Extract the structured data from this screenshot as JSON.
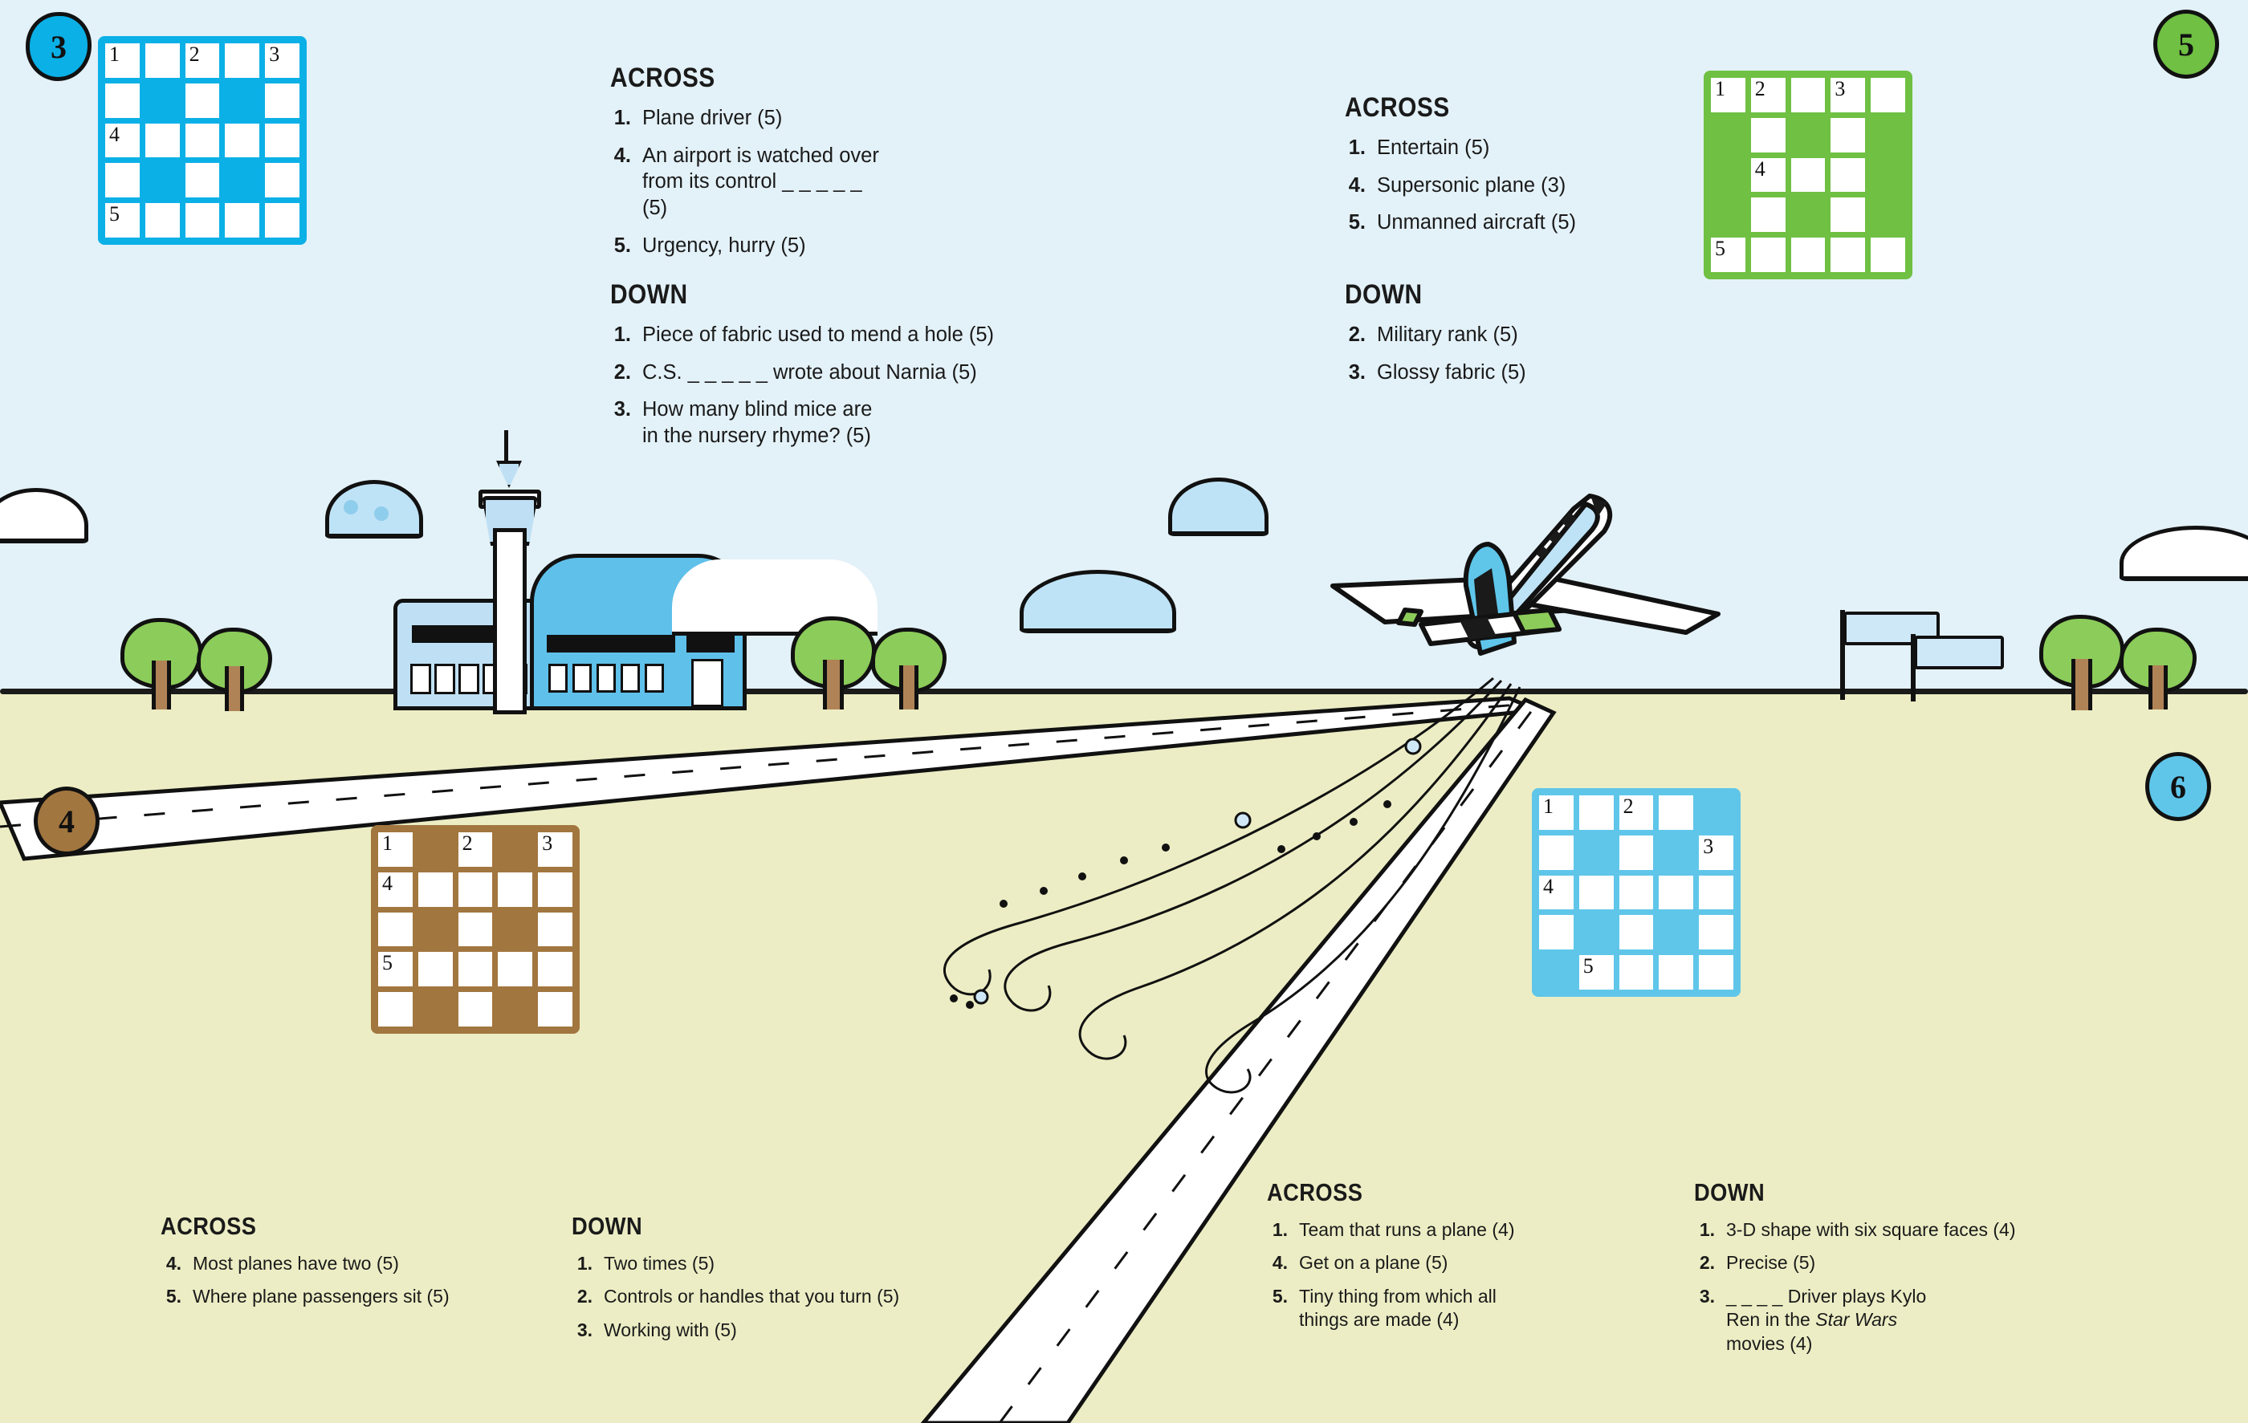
{
  "page": {
    "background_sky": "#e3f1f8",
    "background_ground": "#ecedc4",
    "scene": "airport runway with control tower, terminal, trees and a plane taking off"
  },
  "puzzles": [
    {
      "id": "puzzle-3",
      "badge": "3",
      "color": "#0bb0e6",
      "grid": {
        "rows": 5,
        "cols": 5,
        "blocks": [
          [
            2,
            2
          ],
          [
            2,
            4
          ],
          [
            4,
            2
          ],
          [
            4,
            4
          ]
        ],
        "numbers": {
          "1-1": "1",
          "1-3": "2",
          "1-5": "3",
          "3-1": "4",
          "5-1": "5"
        }
      },
      "across_label": "ACROSS",
      "down_label": "DOWN",
      "across": [
        {
          "n": "1.",
          "t": "Plane driver (5)"
        },
        {
          "n": "4.",
          "t": "An airport is watched over from its control _ _ _ _ _ (5)"
        },
        {
          "n": "5.",
          "t": "Urgency, hurry (5)"
        }
      ],
      "down": [
        {
          "n": "1.",
          "t": "Piece of fabric used to mend a hole (5)"
        },
        {
          "n": "2.",
          "t": "C.S. _ _ _ _ _ wrote about Narnia (5)"
        },
        {
          "n": "3.",
          "t": "How many blind mice are in the nursery rhyme? (5)"
        }
      ]
    },
    {
      "id": "puzzle-5",
      "badge": "5",
      "color": "#6fc043",
      "grid": {
        "rows": 5,
        "cols": 5,
        "blocks": [
          [
            2,
            1
          ],
          [
            2,
            3
          ],
          [
            2,
            5
          ],
          [
            3,
            1
          ],
          [
            3,
            5
          ],
          [
            4,
            1
          ],
          [
            4,
            3
          ],
          [
            4,
            5
          ]
        ],
        "numbers": {
          "1-1": "1",
          "1-2": "2",
          "1-4": "3",
          "3-2": "4",
          "5-1": "5"
        }
      },
      "across_label": "ACROSS",
      "down_label": "DOWN",
      "across": [
        {
          "n": "1.",
          "t": "Entertain (5)"
        },
        {
          "n": "4.",
          "t": "Supersonic plane (3)"
        },
        {
          "n": "5.",
          "t": "Unmanned aircraft (5)"
        }
      ],
      "down": [
        {
          "n": "2.",
          "t": "Military rank (5)"
        },
        {
          "n": "3.",
          "t": "Glossy fabric (5)"
        }
      ]
    },
    {
      "id": "puzzle-4",
      "badge": "4",
      "color": "#a2763f",
      "grid": {
        "rows": 5,
        "cols": 5,
        "blocks": [
          [
            1,
            2
          ],
          [
            1,
            4
          ],
          [
            3,
            2
          ],
          [
            3,
            4
          ],
          [
            5,
            2
          ],
          [
            5,
            4
          ]
        ],
        "numbers": {
          "1-1": "1",
          "1-3": "2",
          "1-5": "3",
          "2-1": "4",
          "4-1": "5"
        }
      },
      "across_label": "ACROSS",
      "down_label": "DOWN",
      "across": [
        {
          "n": "4.",
          "t": "Most planes have two (5)"
        },
        {
          "n": "5.",
          "t": "Where plane passengers sit (5)"
        }
      ],
      "down": [
        {
          "n": "1.",
          "t": "Two times (5)"
        },
        {
          "n": "2.",
          "t": "Controls or handles that you turn (5)"
        },
        {
          "n": "3.",
          "t": "Working with (5)"
        }
      ]
    },
    {
      "id": "puzzle-6",
      "badge": "6",
      "color": "#5fc6ea",
      "grid": {
        "rows": 5,
        "cols": 5,
        "blocks": [
          [
            1,
            5
          ],
          [
            2,
            2
          ],
          [
            2,
            4
          ],
          [
            4,
            2
          ],
          [
            4,
            4
          ],
          [
            5,
            1
          ]
        ],
        "numbers": {
          "1-1": "1",
          "1-3": "2",
          "2-5": "3",
          "3-1": "4",
          "5-2": "5"
        }
      },
      "across_label": "ACROSS",
      "down_label": "DOWN",
      "across": [
        {
          "n": "1.",
          "t": "Team that runs a plane (4)"
        },
        {
          "n": "4.",
          "t": "Get on a plane (5)"
        },
        {
          "n": "5.",
          "t": "Tiny thing from which all things are made (4)"
        }
      ],
      "down": [
        {
          "n": "1.",
          "t": "3-D shape with six square faces (4)"
        },
        {
          "n": "2.",
          "t": "Precise (5)"
        },
        {
          "n": "3.",
          "t": "_ _ _ _ Driver plays Kylo Ren in the Star Wars movies (4)"
        }
      ]
    }
  ]
}
